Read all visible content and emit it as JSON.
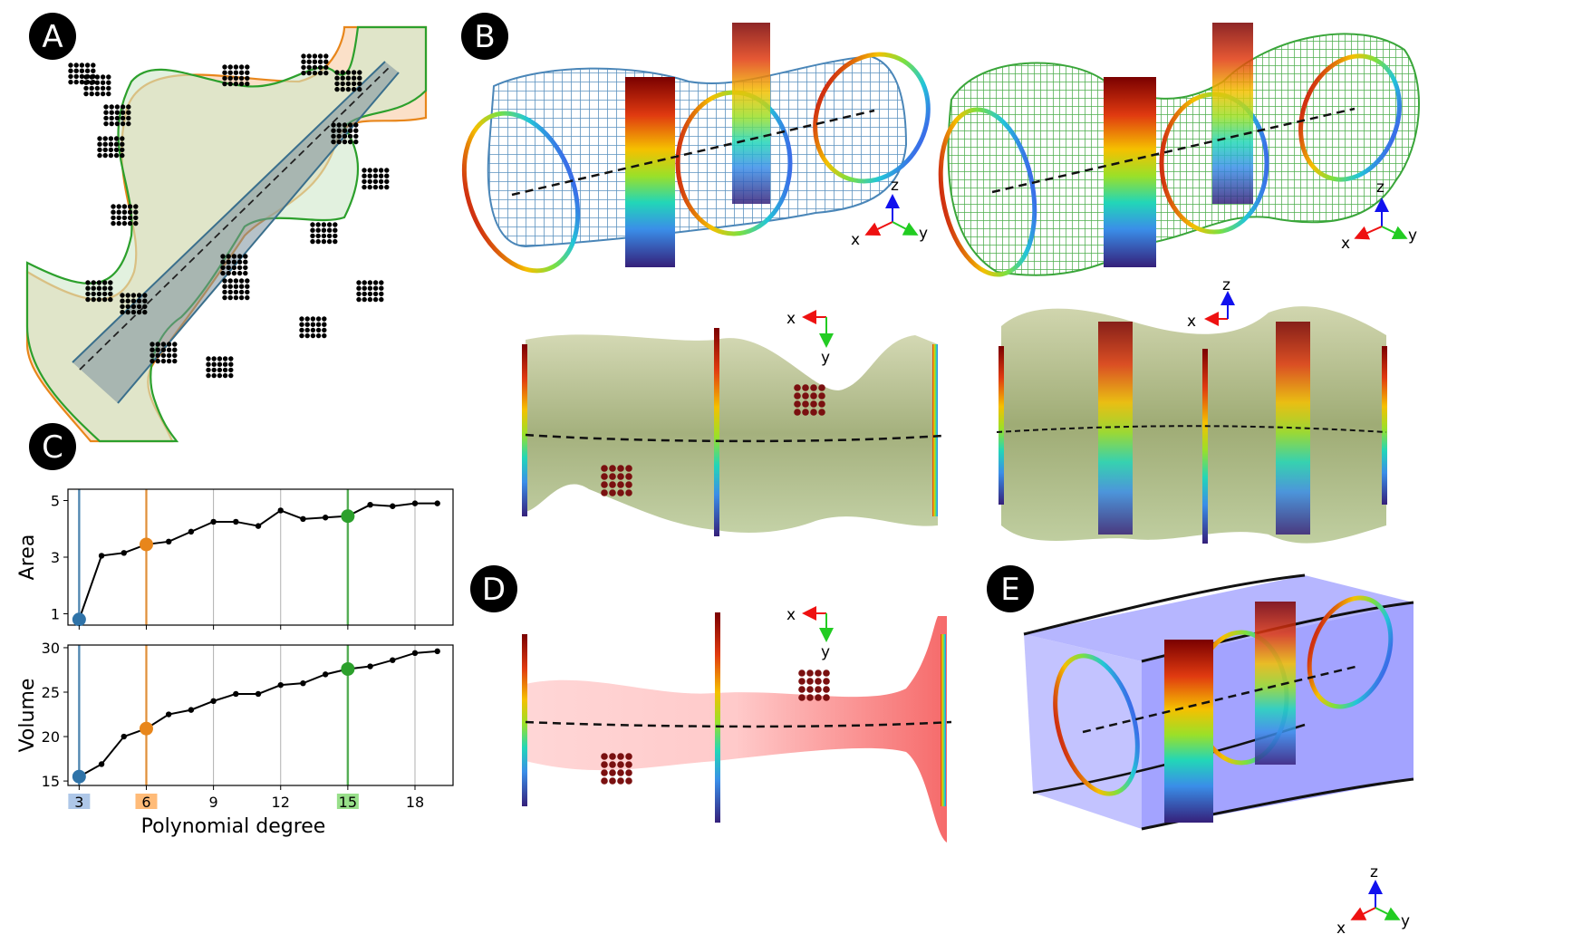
{
  "panels": {
    "A": "A",
    "B": "B",
    "C": "C",
    "D": "D",
    "E": "E"
  },
  "axes_labels": {
    "x": "x",
    "y": "y",
    "z": "z"
  },
  "colors": {
    "blue": "#2f73a8",
    "orange": "#e8861b",
    "green": "#2ca02c",
    "dark_red": "#7a1010",
    "pink": "#f47a7a",
    "violet_box": "#8c8cff",
    "olive": "#9aa36a"
  },
  "chart_data": [
    {
      "type": "line",
      "title": "",
      "xlabel": "",
      "ylabel": "Area",
      "x": [
        3,
        4,
        5,
        6,
        7,
        8,
        9,
        10,
        11,
        12,
        13,
        14,
        15,
        16,
        17,
        18,
        19
      ],
      "series": [
        {
          "values": [
            0.8,
            3.05,
            3.15,
            3.45,
            3.55,
            3.9,
            4.25,
            4.25,
            4.1,
            4.65,
            4.35,
            4.4,
            4.45,
            4.85,
            4.8,
            4.9,
            4.9
          ]
        }
      ],
      "highlight": [
        {
          "x": 3,
          "y": 0.8,
          "color": "#2f73a8"
        },
        {
          "x": 6,
          "y": 3.45,
          "color": "#e8861b"
        },
        {
          "x": 15,
          "y": 4.45,
          "color": "#2ca02c"
        }
      ],
      "xticks": [
        3,
        6,
        9,
        12,
        15,
        18
      ],
      "yticks": [
        1,
        3,
        5
      ],
      "xlim": [
        2.5,
        19.7
      ],
      "ylim": [
        0.6,
        5.4
      ],
      "grid": "vertical"
    },
    {
      "type": "line",
      "title": "",
      "xlabel": "Polynomial degree",
      "ylabel": "Volume",
      "x": [
        3,
        4,
        5,
        6,
        7,
        8,
        9,
        10,
        11,
        12,
        13,
        14,
        15,
        16,
        17,
        18,
        19
      ],
      "series": [
        {
          "values": [
            15.5,
            16.9,
            20.0,
            20.9,
            22.5,
            23.0,
            24.0,
            24.8,
            24.8,
            25.8,
            26.0,
            27.0,
            27.6,
            27.9,
            28.6,
            29.4,
            29.6
          ]
        }
      ],
      "highlight": [
        {
          "x": 3,
          "y": 15.5,
          "color": "#2f73a8"
        },
        {
          "x": 6,
          "y": 20.9,
          "color": "#e8861b"
        },
        {
          "x": 15,
          "y": 27.6,
          "color": "#2ca02c"
        }
      ],
      "xticks": [
        3,
        6,
        9,
        12,
        15,
        18
      ],
      "xtick_highlight": {
        "3": "#aec7e8",
        "6": "#ffbb78",
        "15": "#98df8a"
      },
      "yticks": [
        15,
        20,
        25,
        30
      ],
      "xlim": [
        2.5,
        19.7
      ],
      "ylim": [
        14.5,
        30.3
      ],
      "grid": "vertical"
    }
  ]
}
